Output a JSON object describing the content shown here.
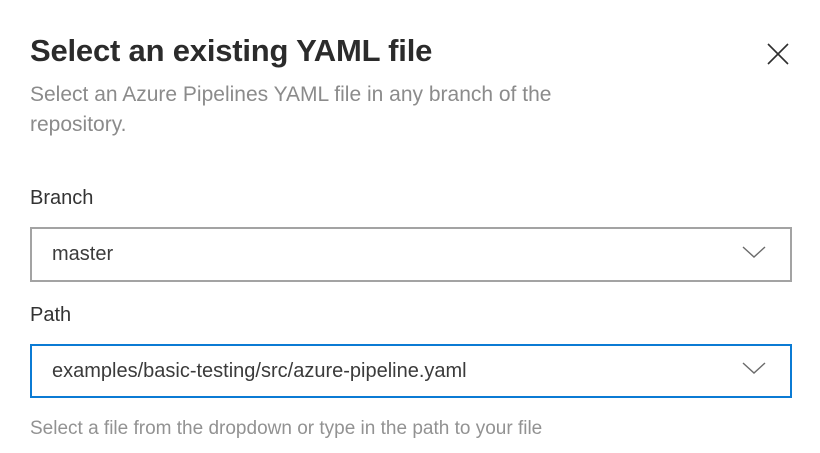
{
  "dialog": {
    "title": "Select an existing YAML file",
    "subtitle": "Select an Azure Pipelines YAML file in any branch of the repository.",
    "icons": {
      "close": "close-icon",
      "branch_dropdown": "chevron-down-icon",
      "path_dropdown": "chevron-down-icon"
    }
  },
  "fields": {
    "branch": {
      "label": "Branch",
      "value": "master"
    },
    "path": {
      "label": "Path",
      "value": "examples/basic-testing/src/azure-pipeline.yaml",
      "helper": "Select a file from the dropdown or type in the path to your file"
    }
  },
  "colors": {
    "accent": "#0b7bd4",
    "border_default": "#a3a3a3",
    "text_primary": "#2b2b2b",
    "text_secondary": "#8b8b8b",
    "background": "#ffffff"
  }
}
